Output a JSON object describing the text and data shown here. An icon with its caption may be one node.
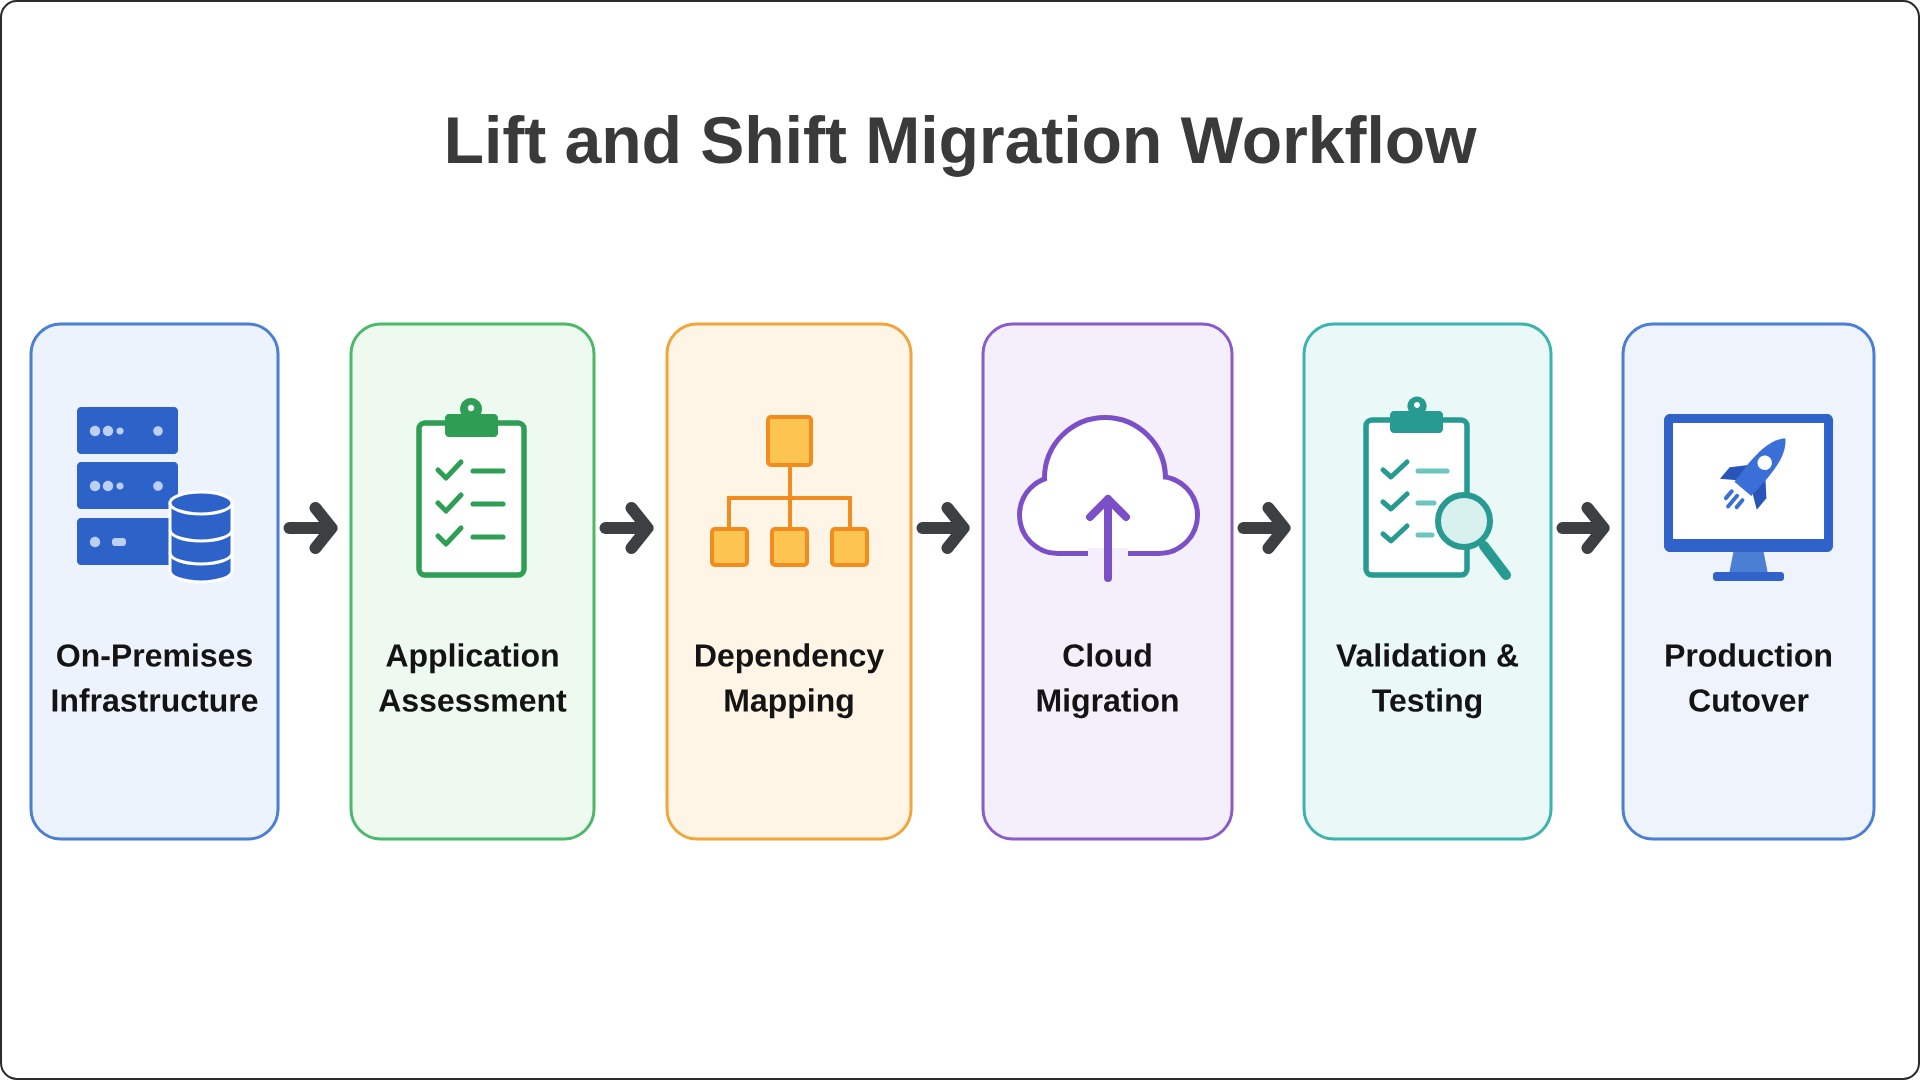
{
  "diagram": {
    "title": "Lift and Shift Migration Workflow",
    "nodes": [
      {
        "text": [
          "On-Premises Infrastructure"
        ]
      },
      {
        "text": [
          "Application Assessment"
        ]
      },
      {
        "text": [
          "Dependency Mapping"
        ]
      },
      {
        "text": [
          "Cloud Migration"
        ]
      },
      {
        "text": [
          "Validation & Testing"
        ]
      },
      {
        "text": [
          "Production Cutover"
        ]
      }
    ],
    "edges": [
      {
        "from": 0,
        "to": 1,
        "arrow": "to"
      },
      {
        "from": 1,
        "to": 2,
        "arrow": "to"
      },
      {
        "from": 2,
        "to": 3,
        "arrow": "to"
      },
      {
        "from": 3,
        "to": 4,
        "arrow": "to"
      },
      {
        "from": 4,
        "to": 5,
        "arrow": "to"
      }
    ]
  }
}
